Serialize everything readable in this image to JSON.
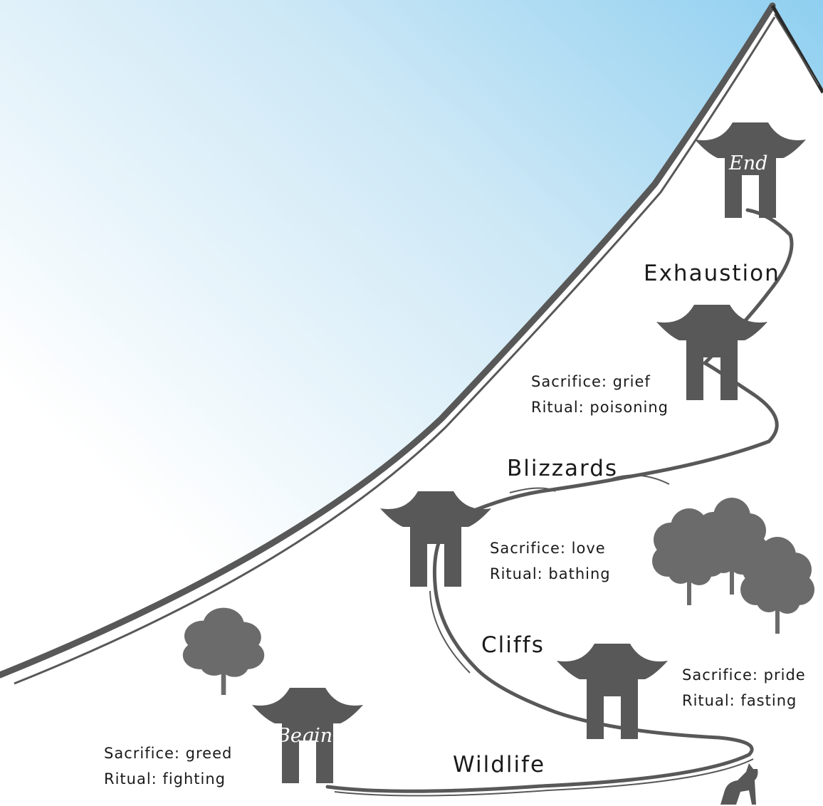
{
  "colors": {
    "sky_top": "#9fd4ef",
    "sky_fade": "#ffffff",
    "ink": "#585858",
    "tree": "#6b6b6b",
    "text": "#1a1a1a",
    "gate_text": "#ffffff"
  },
  "gates": {
    "begin": "Begin",
    "end": "End"
  },
  "stages": {
    "wildlife": "Wildlife",
    "cliffs": "Cliffs",
    "blizzards": "Blizzards",
    "exhaustion": "Exhaustion"
  },
  "shrines": {
    "first": {
      "sacrifice": "Sacrifice: greed",
      "ritual": "Ritual: fighting"
    },
    "second": {
      "sacrifice": "Sacrifice: pride",
      "ritual": "Ritual: fasting"
    },
    "third": {
      "sacrifice": "Sacrifice: love",
      "ritual": "Ritual: bathing"
    },
    "fourth": {
      "sacrifice": "Sacrifice: grief",
      "ritual": "Ritual: poisoning"
    }
  },
  "icons": [
    "torii-gate-icon",
    "tree-icon",
    "wolf-icon"
  ]
}
